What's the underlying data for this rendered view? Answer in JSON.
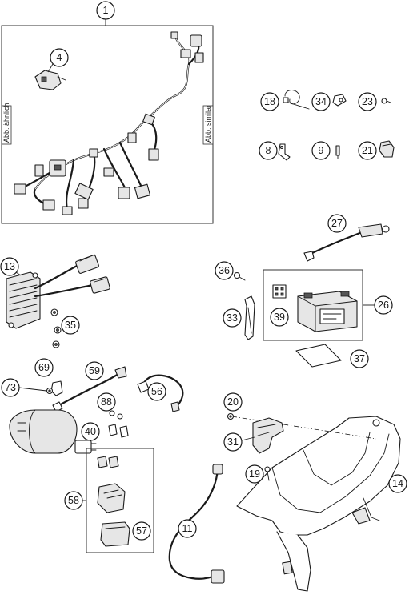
{
  "callouts": {
    "c1": "1",
    "c4": "4",
    "c18": "18",
    "c34": "34",
    "c23": "23",
    "c8": "8",
    "c9": "9",
    "c21": "21",
    "c27": "27",
    "c13": "13",
    "c36": "36",
    "c26": "26",
    "c35": "35",
    "c33": "33",
    "c39": "39",
    "c37": "37",
    "c69": "69",
    "c59": "59",
    "c73": "73",
    "c88": "88",
    "c56": "56",
    "c20": "20",
    "c40": "40",
    "c31": "31",
    "c19": "19",
    "c14": "14",
    "c58": "58",
    "c57": "57",
    "c11": "11"
  },
  "labels": {
    "left_vertical": "Abb. ähnlich",
    "right_vertical": "Abb. similar"
  }
}
